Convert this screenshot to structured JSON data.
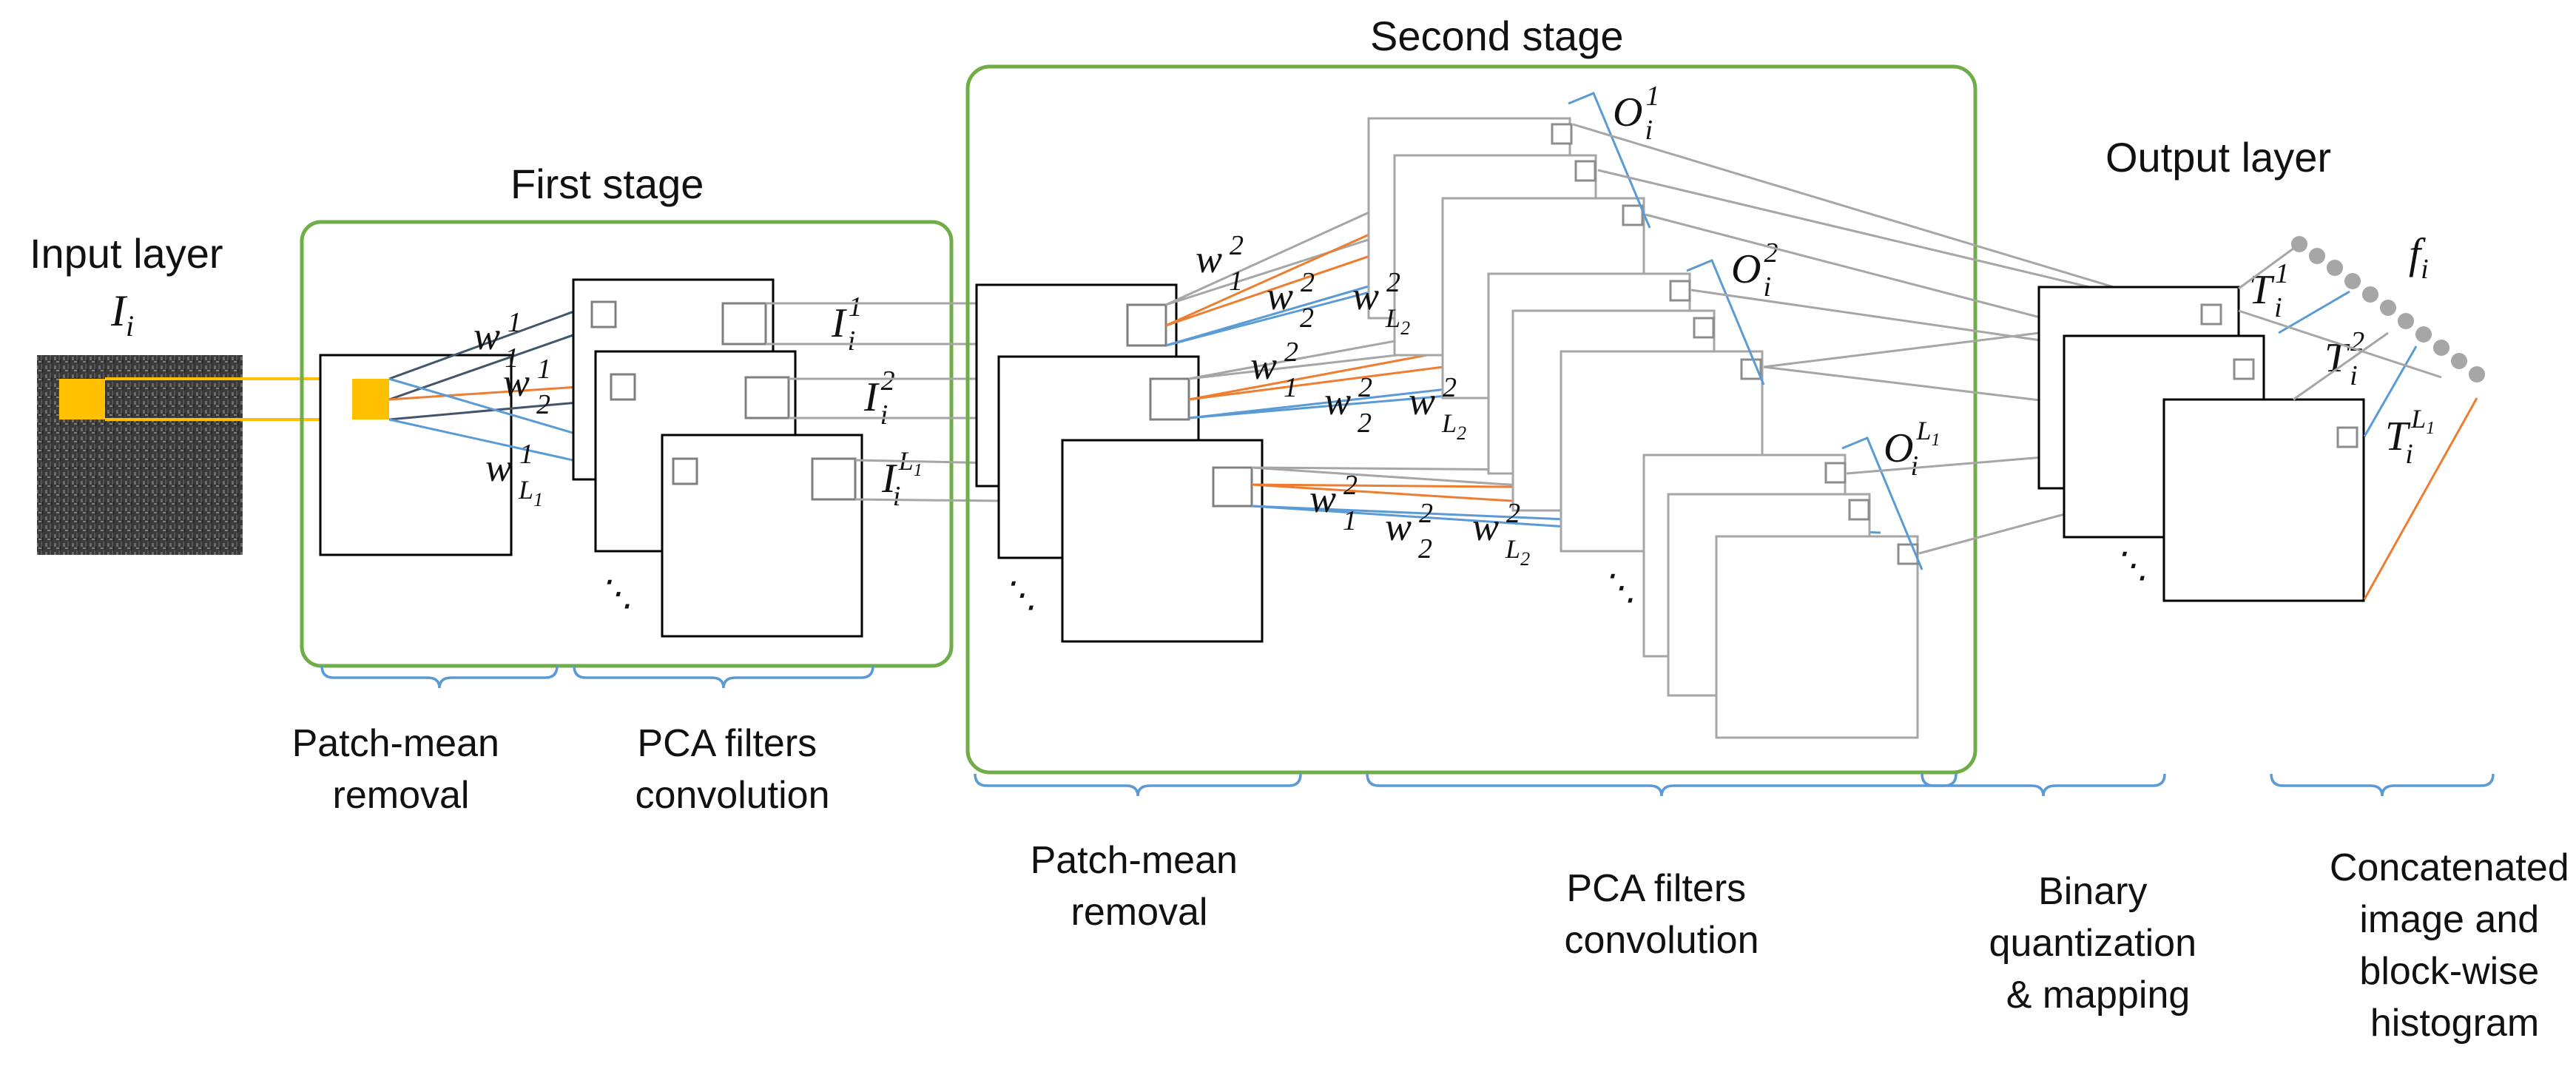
{
  "labels": {
    "input_layer": "Input layer",
    "first_stage": "First stage",
    "second_stage": "Second stage",
    "output_layer": "Output layer",
    "bottom_1": [
      "Patch-mean",
      "removal"
    ],
    "bottom_2": [
      "PCA filters",
      "convolution"
    ],
    "bottom_3": [
      "Patch-mean",
      "removal"
    ],
    "bottom_4": [
      "PCA filters",
      "convolution"
    ],
    "bottom_5": [
      "Binary",
      "quantization",
      "& mapping"
    ],
    "bottom_6": [
      "Concatenated",
      "image and",
      "block-wise",
      "histogram"
    ]
  },
  "symbols": {
    "input_var": "I",
    "input_sub": "i",
    "w": "w",
    "sup_1": "1",
    "sup_2": "2",
    "sub_1": "1",
    "sub_2": "2",
    "sub_L1": "L",
    "sub_L1_index": "1",
    "sub_L2": "L",
    "sub_L2_index": "2",
    "I": "I",
    "O": "O",
    "T": "T",
    "i": "i",
    "f": "f",
    "ellipsis": "⋱"
  },
  "colors": {
    "stage_border": "#70ad47",
    "filter_blue": "#5b9bd5",
    "filter_orange": "#ed7d31",
    "patch_yellow": "#ffc000",
    "connector_gray": "#a6a6a6"
  }
}
